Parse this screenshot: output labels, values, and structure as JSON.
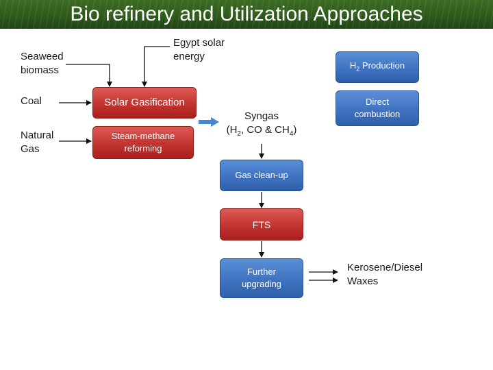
{
  "title": "Bio refinery and Utilization Approaches",
  "inputs": {
    "seaweed": "Seaweed\nbiomass",
    "solar_energy": "Egypt solar\nenergy",
    "coal": "Coal",
    "natural_gas": "Natural\nGas"
  },
  "processes": {
    "solar_gasification": "Solar Gasification",
    "steam_methane": "Steam-methane\nreforming",
    "gas_cleanup": "Gas clean-up",
    "fts": "FTS",
    "further_upgrading": "Further\nupgrading"
  },
  "syngas": {
    "line1": "Syngas",
    "line2_prefix": "(H",
    "line2_sub1": "2",
    "line2_mid": ", CO & CH",
    "line2_sub2": "4",
    "line2_suffix": ")"
  },
  "utilization": {
    "h2_prefix": "H",
    "h2_sub": "2",
    "h2_suffix": " Production",
    "direct_combustion": "Direct\ncombustion"
  },
  "products": {
    "line1": "Kerosene/Diesel",
    "line2": "Waxes"
  },
  "colors": {
    "title_bar": "#2f5a1c",
    "red_box": "#c23430",
    "blue_box": "#3f73c2",
    "big_arrow": "#4a86cf"
  }
}
